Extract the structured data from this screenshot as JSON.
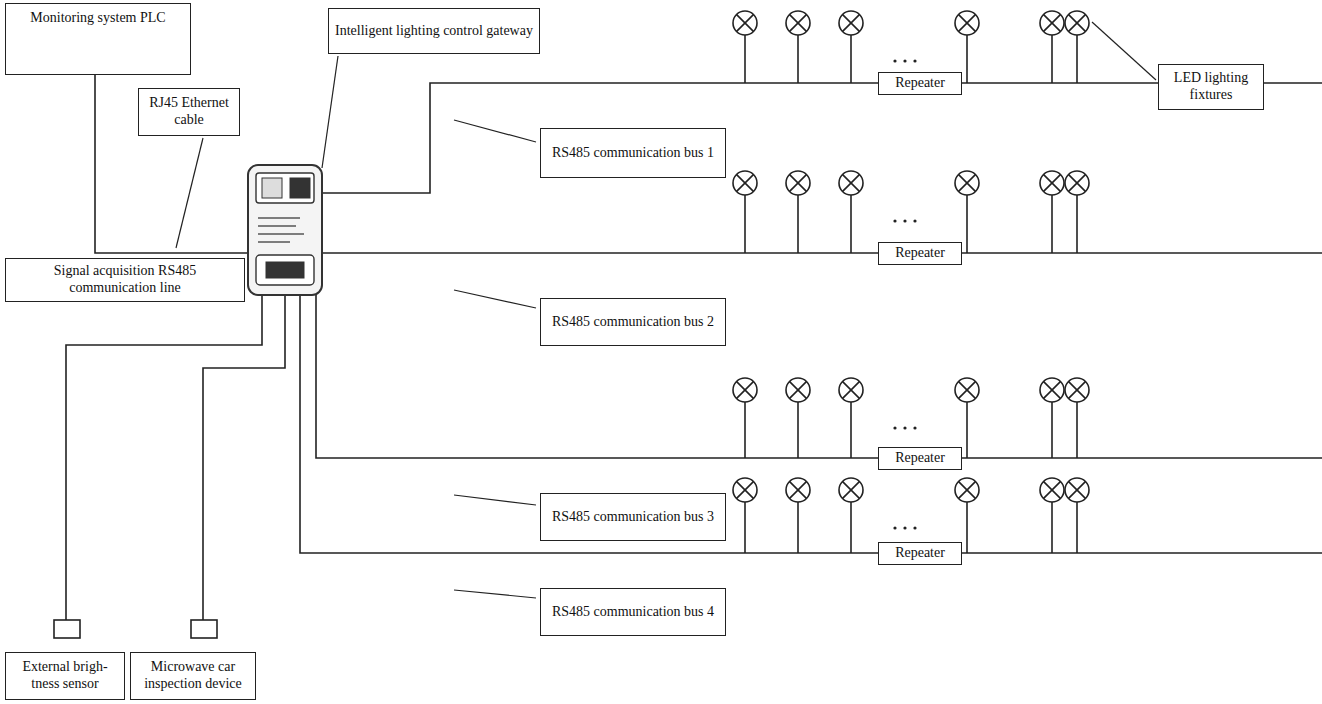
{
  "diagram": {
    "nodes": [
      {
        "text": [
          "Monitoring system PLC"
        ]
      },
      {
        "text": [
          "Intelligent lighting control gateway"
        ]
      },
      {
        "text": [
          "LED lighting fixtures"
        ]
      },
      {
        "text": [
          "Repeater"
        ]
      },
      {
        "text": [
          "RJ45 Ethernet cable"
        ]
      },
      {
        "text": [
          "RS485 communication bus 1"
        ]
      },
      {
        "text": [
          "Repeater"
        ]
      },
      {
        "text": [
          "Signal acquisition RS485 communication line"
        ]
      },
      {
        "text": [
          "RS485 communication bus 2"
        ]
      },
      {
        "text": [
          "Repeater"
        ]
      },
      {
        "text": [
          "RS485 communication bus 3"
        ]
      },
      {
        "text": [
          "Repeater"
        ]
      },
      {
        "text": [
          "RS485 communication bus 4"
        ]
      },
      {
        "text": [
          "External brigh- tness sensor"
        ]
      },
      {
        "text": [
          "Microwave car inspection device"
        ]
      }
    ]
  }
}
